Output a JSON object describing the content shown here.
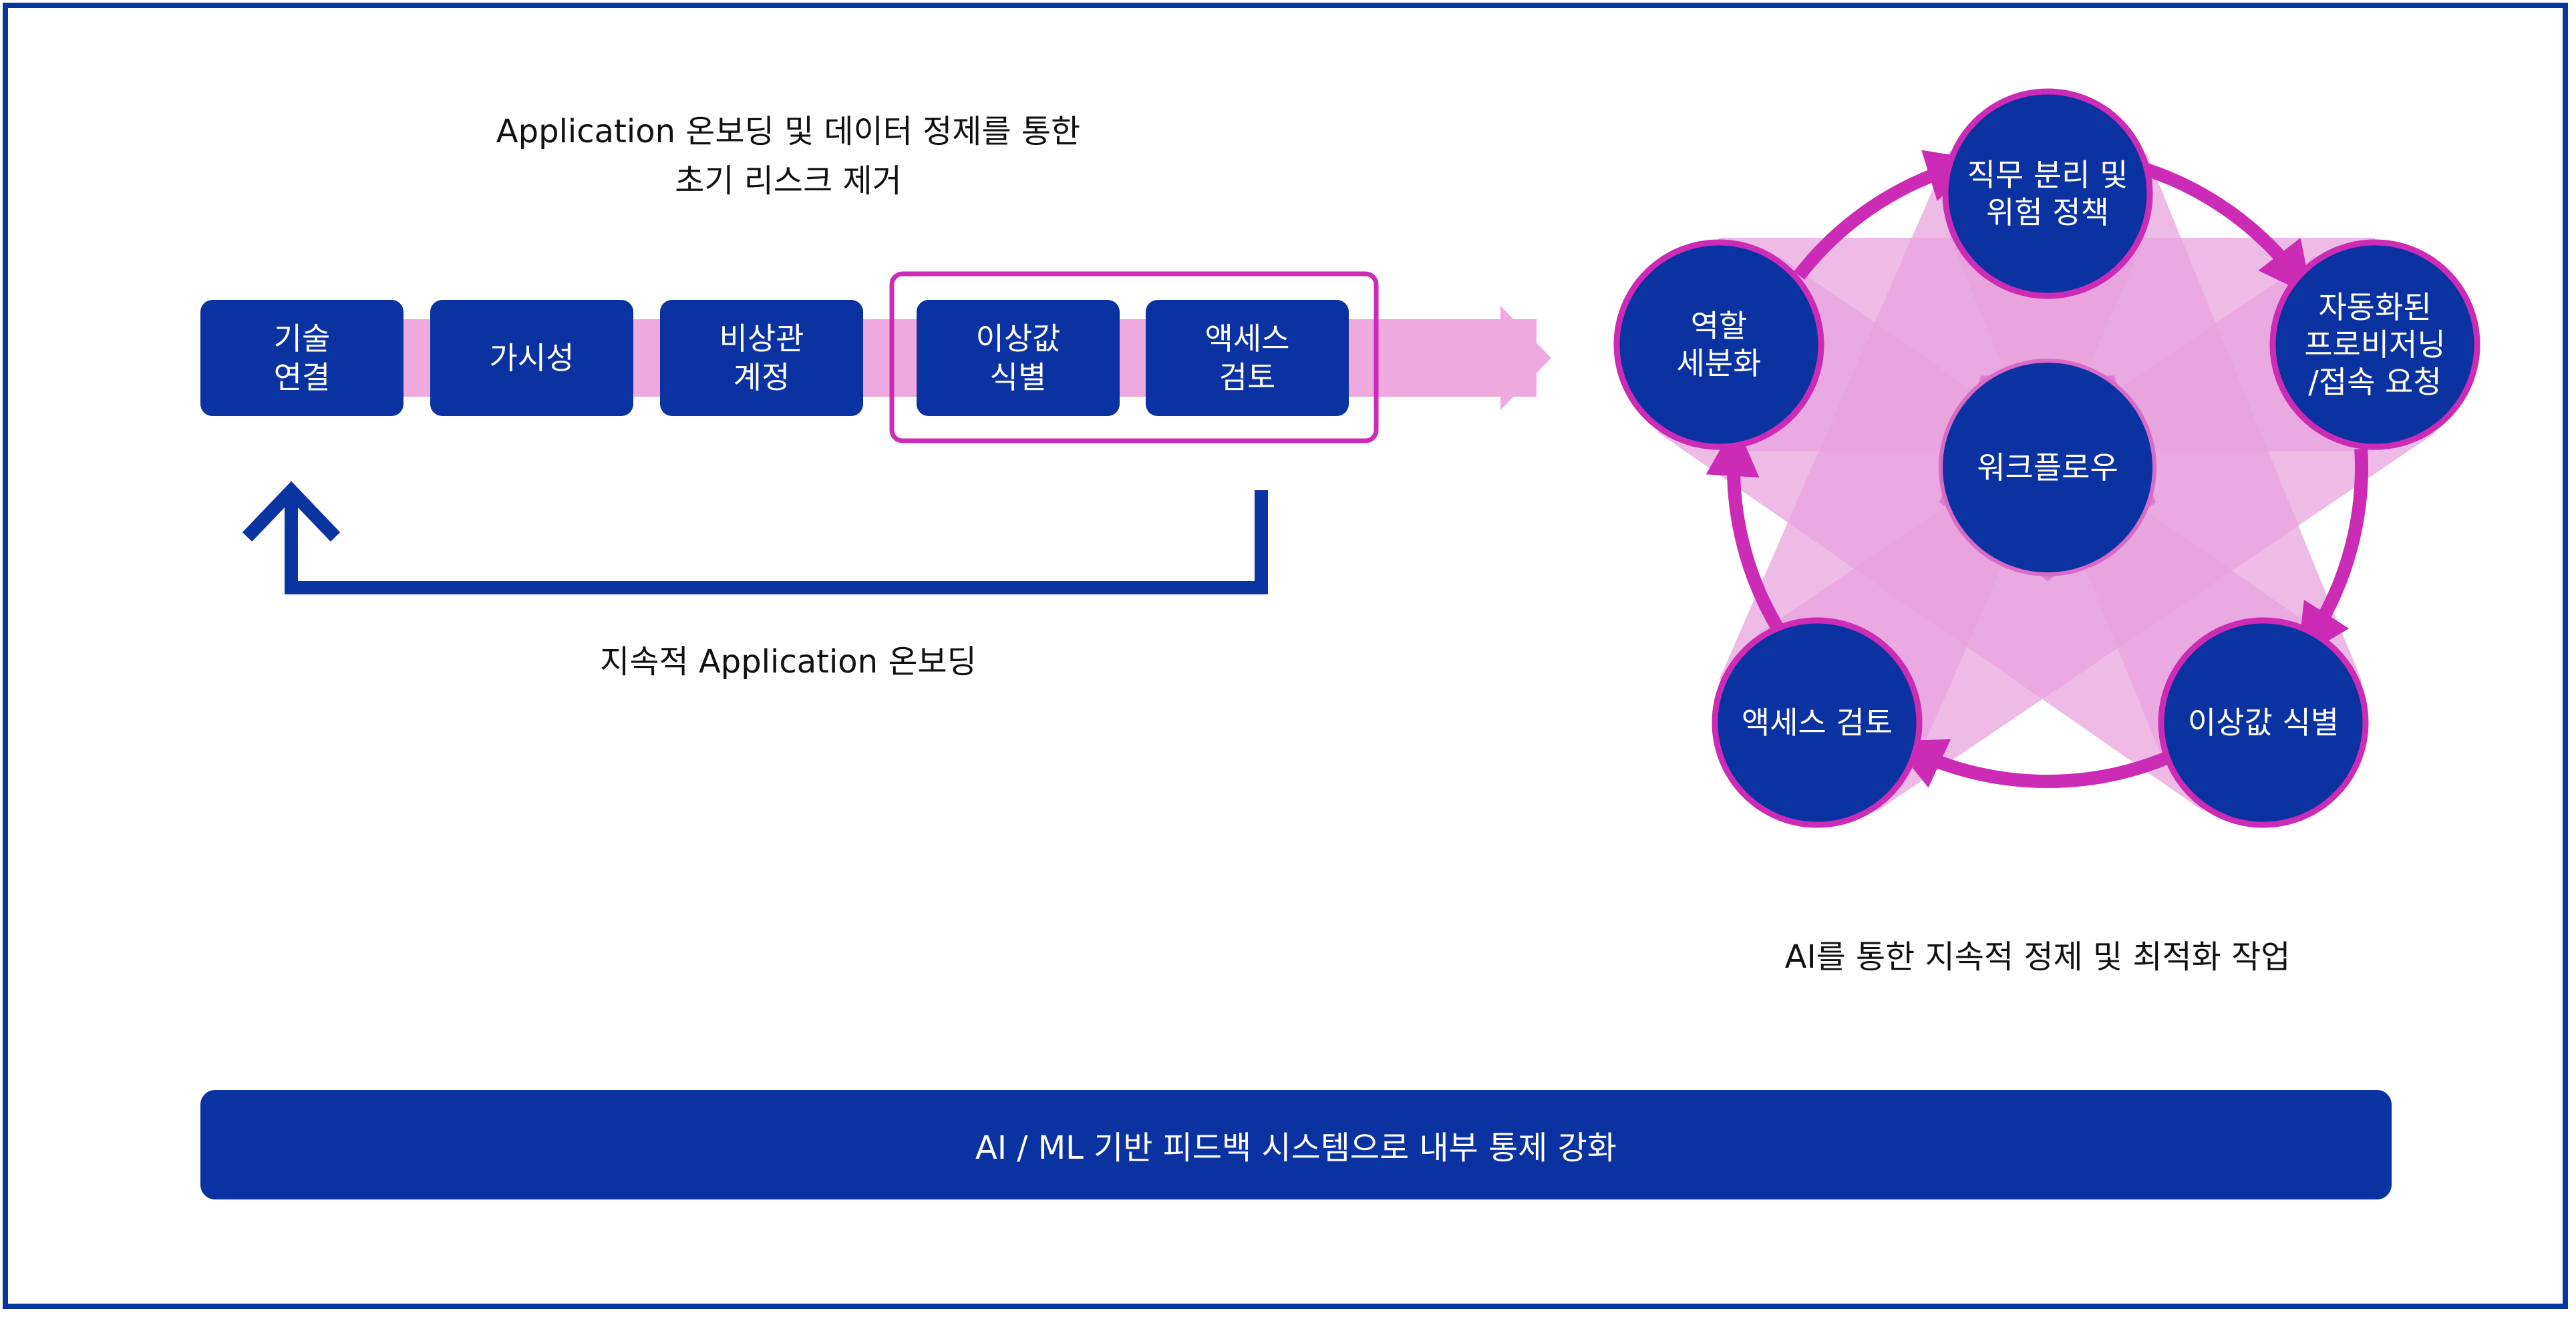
{
  "colors": {
    "navy": "#0a32a0",
    "magenta": "#cc2bb5",
    "light_pink": "#e8a3dd",
    "mid_pink": "#d86bc8",
    "frame_border": "#0a35a0"
  },
  "left": {
    "title_line1": "Application 온보딩 및 데이터 정제를 통한",
    "title_line2": "초기 리스크 제거",
    "steps": [
      "기술\n연결",
      "가시성",
      "비상관\n계정",
      "이상값\n식별",
      "액세스\n검토"
    ],
    "loop_label": "지속적 Application 온보딩"
  },
  "right": {
    "center": "워크플로우",
    "nodes": [
      [
        "직무 분리 및",
        "위험 정책"
      ],
      [
        "자동화된",
        "프로비저닝",
        "/접속 요청"
      ],
      [
        "이상값 식별"
      ],
      [
        "액세스 검토"
      ],
      [
        "역할",
        "세분화"
      ]
    ],
    "caption": "AI를 통한 지속적 정제 및 최적화 작업"
  },
  "banner": "AI / ML 기반 피드백 시스템으로 내부 통제 강화"
}
